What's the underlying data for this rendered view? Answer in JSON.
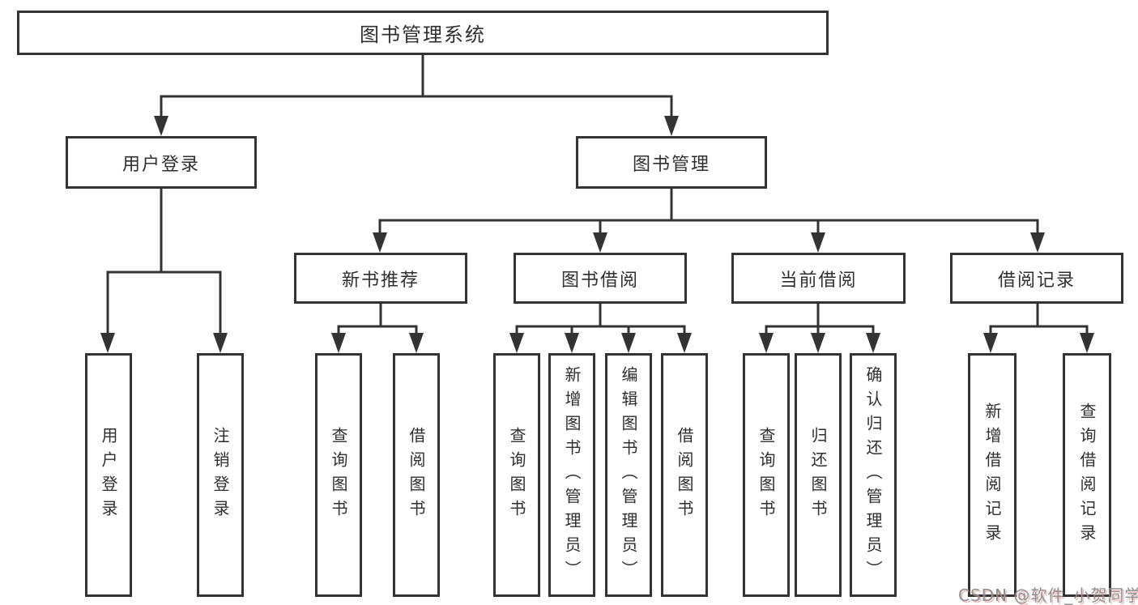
{
  "diagram": {
    "title": "图书管理系统",
    "root": {
      "label": "图书管理系统"
    },
    "branches": [
      {
        "label": "用户登录",
        "children": [
          {
            "label": "用户登录"
          },
          {
            "label": "注销登录"
          }
        ]
      },
      {
        "label": "图书管理",
        "children": [
          {
            "label": "新书推荐",
            "children": [
              {
                "label": "查询图书"
              },
              {
                "label": "借阅图书"
              }
            ]
          },
          {
            "label": "图书借阅",
            "children": [
              {
                "label": "查询图书"
              },
              {
                "label": "新增图书（管理员）"
              },
              {
                "label": "编辑图书（管理员）"
              },
              {
                "label": "借阅图书"
              }
            ]
          },
          {
            "label": "当前借阅",
            "children": [
              {
                "label": "查询图书"
              },
              {
                "label": "归还图书"
              },
              {
                "label": "确认归还（管理员）"
              }
            ]
          },
          {
            "label": "借阅记录",
            "children": [
              {
                "label": "新增借阅记录"
              },
              {
                "label": "查询借阅记录"
              }
            ]
          }
        ]
      }
    ]
  },
  "watermark": {
    "text": "CSDN @软件_小贺同学"
  },
  "colors": {
    "background": "#ffffff",
    "box_border": "#333333",
    "connector_line": "#333333",
    "text": "#2f2f2f",
    "watermark_text": "#8f8f8f",
    "watermark_shadow": "#d6766e"
  }
}
